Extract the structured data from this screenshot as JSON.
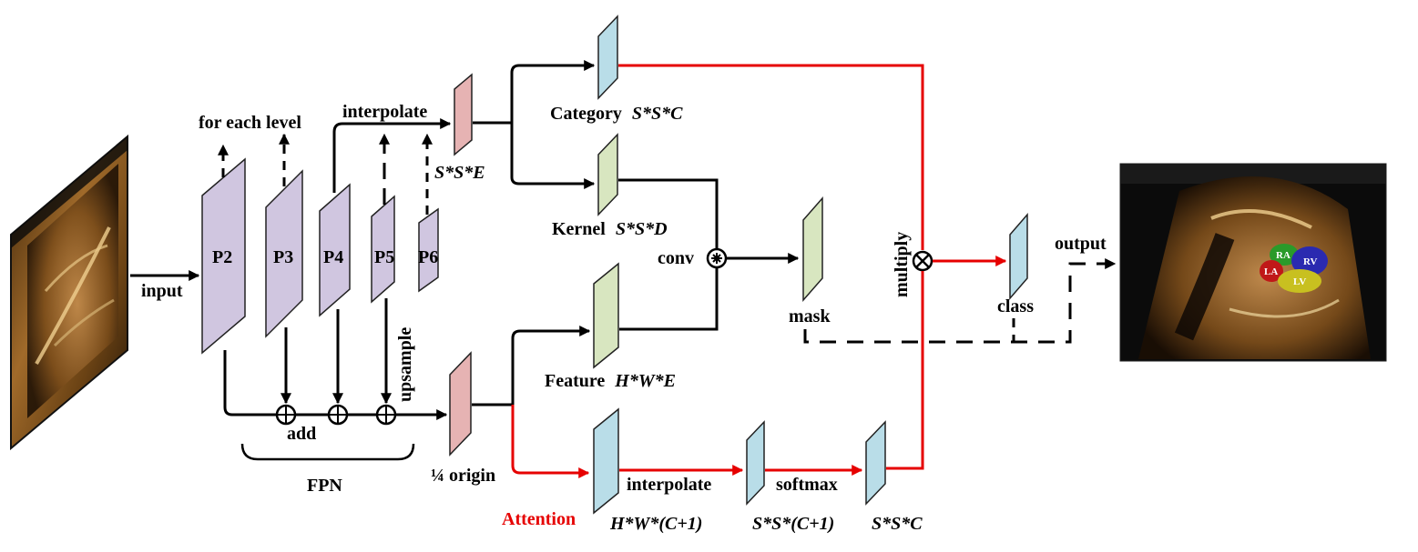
{
  "labels": {
    "input": "input",
    "for_each_level": "for each level",
    "interpolate_top": "interpolate",
    "sse": "S*S*E",
    "category_word": "Category",
    "category_dims": "S*S*C",
    "kernel_word": "Kernel",
    "kernel_dims": "S*S*D",
    "conv": "conv",
    "mask": "mask",
    "multiply": "multiply",
    "class": "class",
    "output": "output",
    "feature_word": "Feature",
    "feature_dims": "H*W*E",
    "upsample": "upsample",
    "add": "add",
    "fpn": "FPN",
    "quarter_origin": "¼ origin",
    "attention": "Attention",
    "interpolate_bottom": "interpolate",
    "softmax": "softmax",
    "hw_c1": "H*W*(C+1)",
    "ss_c1": "S*S*(C+1)",
    "ssc": "S*S*C"
  },
  "fpn_levels": [
    "P2",
    "P3",
    "P4",
    "P5",
    "P6"
  ],
  "segments": [
    "RA",
    "RV",
    "LA",
    "LV"
  ],
  "colors": {
    "fpn_purple": "#d0c6e0",
    "pink": "#e6b3b3",
    "green": "#d8e6c0",
    "blue": "#b9dde8",
    "attention_red": "#e60000",
    "ra": "#2a9a2a",
    "rv": "#2a2ab0",
    "la": "#c01818",
    "lv": "#c8c020"
  }
}
